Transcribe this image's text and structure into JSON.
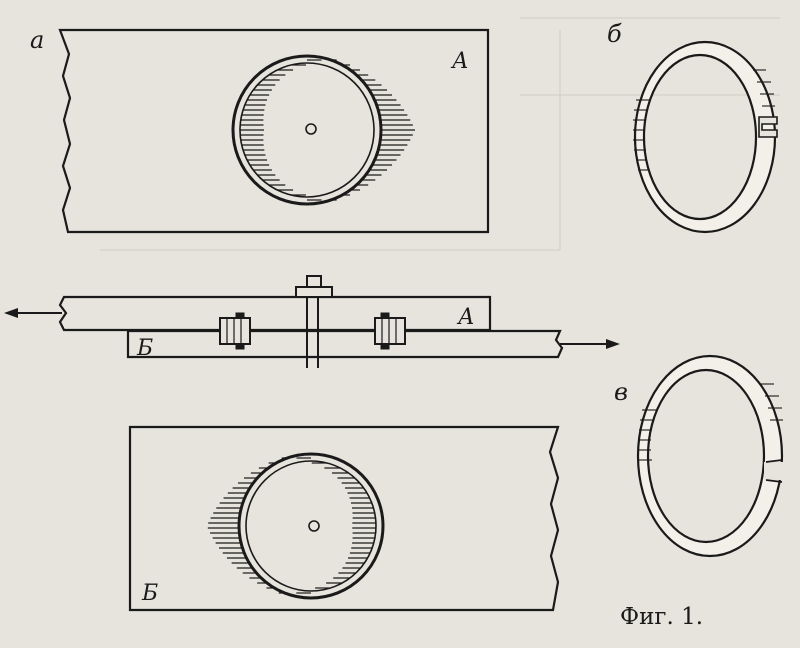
{
  "labels": {
    "panel_a": "а",
    "panel_b": "б",
    "panel_v": "в",
    "plate_a_top": "А",
    "plate_a_side": "А",
    "plate_b_side": "Б",
    "plate_b_bottom": "Б"
  },
  "caption": "Фиг. 1."
}
